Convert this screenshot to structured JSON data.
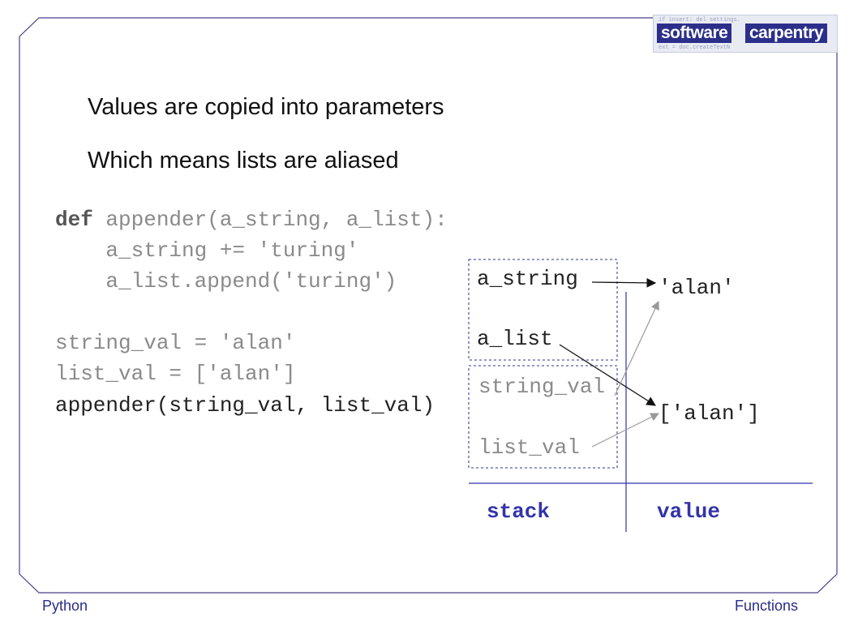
{
  "logo": {
    "word1": "software",
    "word2": "carpentry",
    "ghost_line1": "if insert: del settings.",
    "ghost_line2": "ext = doc.createTextN"
  },
  "headings": [
    "Values are copied into parameters",
    "Which means lists are aliased"
  ],
  "code": {
    "line1_kw": "def",
    "line1_rest": " appender(a_string, a_list):",
    "line2": "    a_string += 'turing'",
    "line3": "    a_list.append('turing')",
    "line4": "string_val = 'alan'",
    "line5": "list_val = ['alan']",
    "line6": "appender(string_val, list_val)"
  },
  "stack_vars": {
    "a_string": "a_string",
    "a_list": "a_list",
    "string_val": "string_val",
    "list_val": "list_val"
  },
  "values": {
    "string": "'alan'",
    "list": "['alan']"
  },
  "labels": {
    "stack": "stack",
    "value": "value"
  },
  "footer": {
    "left": "Python",
    "right": "Functions"
  },
  "colors": {
    "accent": "#3333aa",
    "frame": "#4a3f8a",
    "dashed_box": "#5a5aa8",
    "arrows": "#8a8a8a"
  }
}
